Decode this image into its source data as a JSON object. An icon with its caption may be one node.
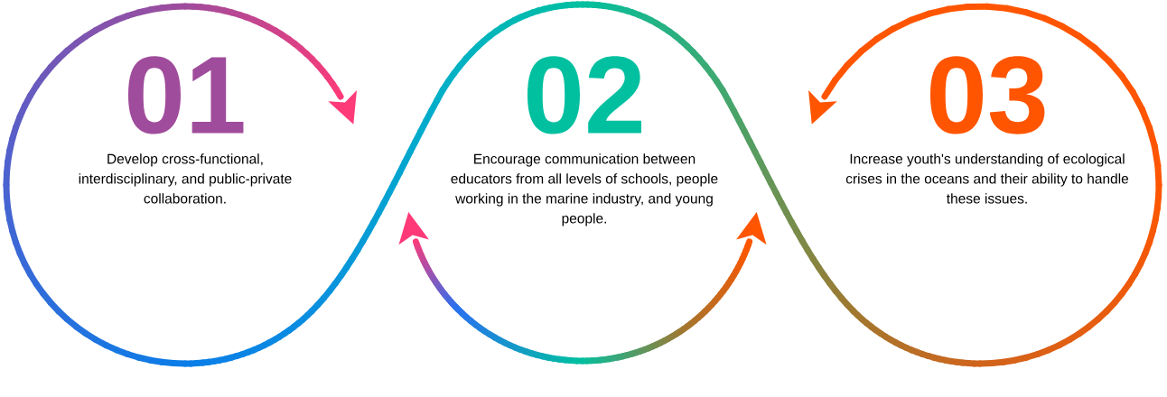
{
  "diagram": {
    "nodes": [
      {
        "text": [
          "01",
          "Develop cross-functional, interdisciplinary, and public-private collaboration."
        ]
      },
      {
        "text": [
          "02",
          "Encourage communication between educators from all levels of schools, people working in the marine industry, and young people."
        ]
      },
      {
        "text": [
          "03",
          "Increase youth's understanding of ecological crises in the oceans and their ability to handle these issues."
        ]
      }
    ]
  }
}
